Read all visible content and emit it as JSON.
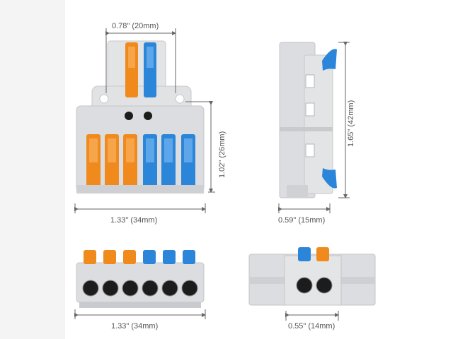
{
  "dimensions": {
    "top_width": "0.78\" (20mm)",
    "front_height": "1.02\" (26mm)",
    "front_width": "1.33\" (34mm)",
    "side_height": "1.65\" (42mm)",
    "side_depth": "0.59\" (15mm)",
    "bottom_width": "1.33\" (34mm)",
    "end_width": "0.55\" (14mm)"
  },
  "colors": {
    "orange": "#f08a1c",
    "blue": "#2b86d9",
    "housing": "#d9dadc",
    "housing_dark": "#b9babd"
  }
}
